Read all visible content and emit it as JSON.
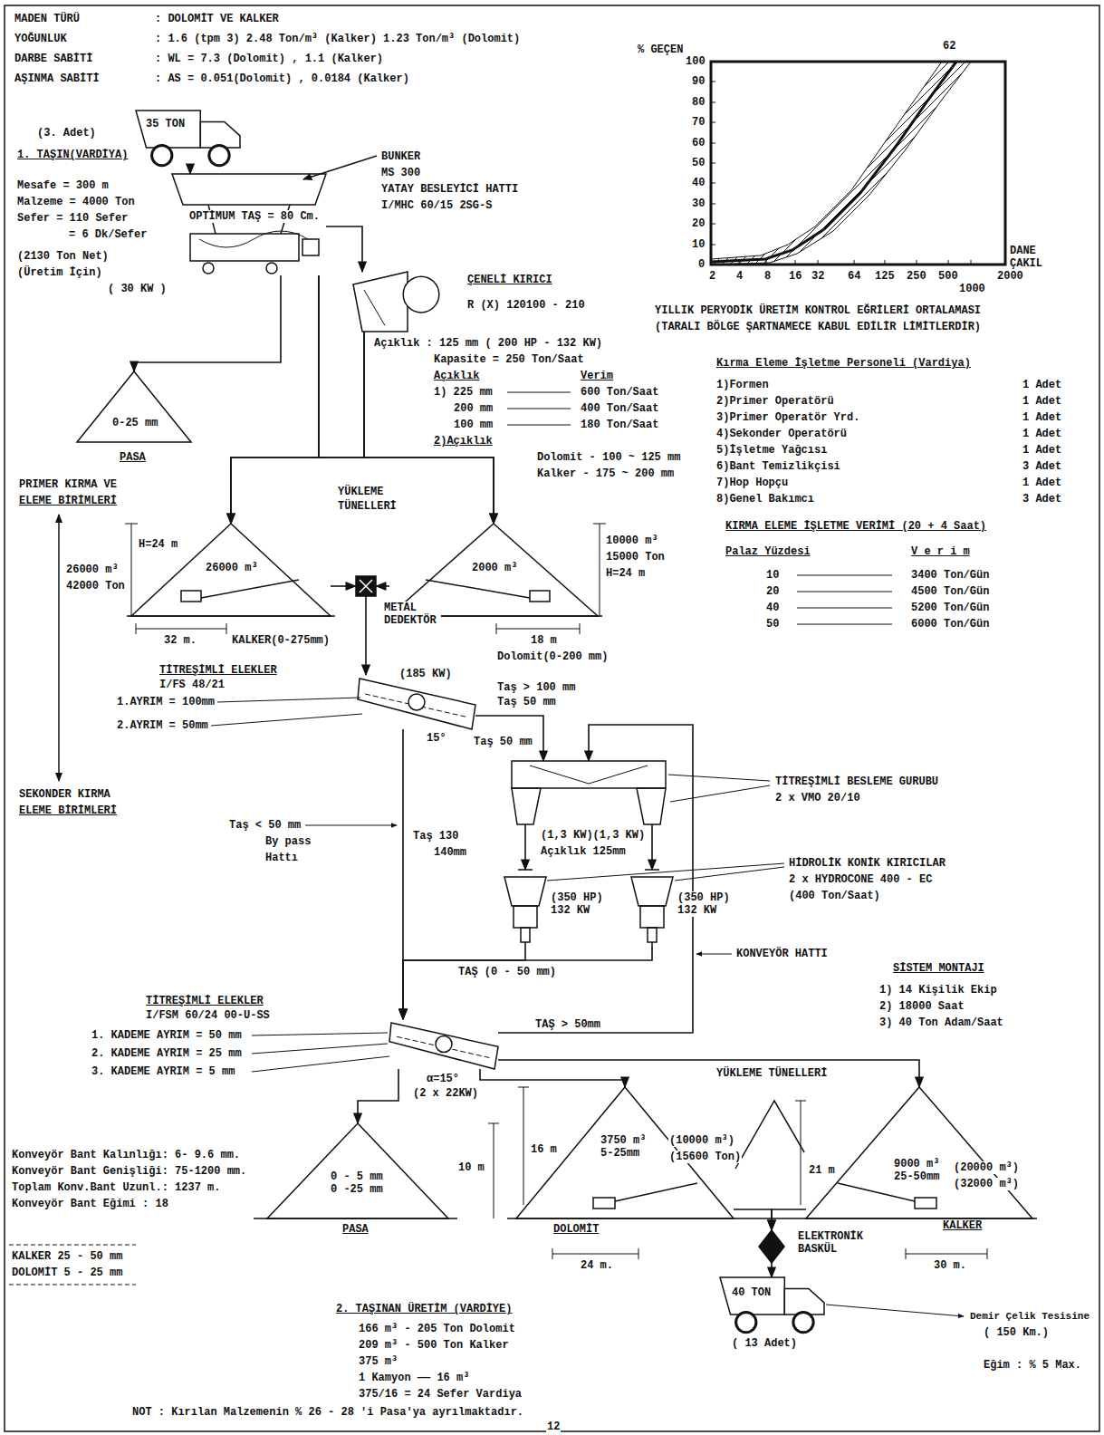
{
  "diagram": {
    "nodes": [
      {
        "text": [
          "35 TON"
        ]
      },
      {
        "text": [
          "OPTİMUM TAŞ = 80 Cm.",
          "( 30 KW )"
        ]
      },
      {
        "text": [
          "ÇENELİ KIRICI",
          "R (X) 120100 - 210"
        ]
      },
      {
        "text": [
          "0-25 mm",
          "PASA"
        ]
      },
      {
        "text": [
          "26000 m³"
        ]
      },
      {
        "text": [
          "2000 m³"
        ]
      },
      {
        "text": [
          "METAL DEDEKTÖR"
        ]
      },
      {
        "text": [
          "TİTREŞİMLİ ELEKLER",
          "I/FS 48/21",
          "(185 KW)"
        ]
      },
      {
        "text": [
          "TİTREŞİMLİ BESLEME GURUBU",
          "2 x VMO 20/10"
        ]
      },
      {
        "text": [
          "(350 HP) 132 KW"
        ]
      },
      {
        "text": [
          "(350 HP) 132 KW"
        ]
      },
      {
        "text": [
          "TİTREŞİMLİ ELEKLER",
          "I/FSM 60/24 00-U-SS",
          "(2 x 22KW)"
        ]
      },
      {
        "text": [
          "0 - 5 mm 0 -25 mm",
          "PASA"
        ]
      },
      {
        "text": [
          "3750 m³ 5-25mm",
          "DOLOMİT"
        ]
      },
      {
        "text": [
          "9000 m³ 25-50mm",
          "KALKER"
        ]
      },
      {
        "text": [
          "ELEKTRONİK BASKÜL"
        ]
      },
      {
        "text": [
          "40 TON",
          "( 13 Adet)"
        ]
      }
    ],
    "edges": [
      {
        "from": 0,
        "to": 1,
        "arrow": "to"
      },
      {
        "from": 1,
        "to": 3,
        "arrow": "to"
      },
      {
        "from": 1,
        "to": 2,
        "arrow": "to"
      },
      {
        "from": 1,
        "to": 4,
        "arrow": "to"
      },
      {
        "from": 1,
        "to": 5,
        "arrow": "to"
      },
      {
        "from": 2,
        "to": 4,
        "arrow": "to"
      },
      {
        "from": 2,
        "to": 5,
        "arrow": "to"
      },
      {
        "from": 4,
        "to": 6,
        "arrow": "to"
      },
      {
        "from": 5,
        "to": 6,
        "arrow": "to"
      },
      {
        "from": 6,
        "to": 7,
        "arrow": "to"
      },
      {
        "from": 7,
        "to": 8,
        "arrow": "to",
        "label": "Taş 50 mm"
      },
      {
        "from": 8,
        "to": 9,
        "arrow": "to"
      },
      {
        "from": 8,
        "to": 10,
        "arrow": "to"
      },
      {
        "from": 9,
        "to": 11,
        "arrow": "to",
        "label": "TAŞ (0 - 50 mm)"
      },
      {
        "from": 10,
        "to": 11,
        "arrow": "to"
      },
      {
        "from": 7,
        "to": 11,
        "arrow": "to"
      },
      {
        "from": 11,
        "to": 8,
        "arrow": "to",
        "label": "TAŞ > 50mm"
      },
      {
        "from": 11,
        "to": 12,
        "arrow": "to"
      },
      {
        "from": 11,
        "to": 13,
        "arrow": "to"
      },
      {
        "from": 11,
        "to": 14,
        "arrow": "to"
      },
      {
        "from": 13,
        "to": 15,
        "arrow": "to"
      },
      {
        "from": 14,
        "to": 15,
        "arrow": "to"
      },
      {
        "from": 15,
        "to": 16,
        "arrow": "to"
      }
    ],
    "labels": [
      "MADEN TÜRÜ",
      ": DOLOMİT VE KALKER",
      "YOĞUNLUK",
      ": 1.6 (tpm 3) 2.48 Ton/m³ (Kalker) 1.23 Ton/m³ (Dolomit)",
      "DARBE SABİTİ",
      ": WL = 7.3  (Dolomit) , 1.1 (Kalker)",
      "AŞINMA SABİTİ",
      ": AS = 0.051(Dolomit) , 0.0184 (Kalker)",
      "(3. Adet)",
      "1. TAŞIN(VARDİYA)",
      "Mesafe = 300 m",
      "Malzeme = 4000 Ton",
      "Sefer = 110 Sefer",
      "= 6 Dk/Sefer",
      "(2130 Ton Net)",
      "(Üretim İçin)",
      "BUNKER",
      "MS 300",
      "YATAY BESLEYİCİ HATTI",
      "I/MHC 60/15 2SG-S",
      "Açıklık : 125 mm ( 200 HP - 132 KW)",
      "Kapasite = 250 Ton/Saat",
      "Açıklık",
      "Verim",
      "1) 225 mm",
      "600 Ton/Saat",
      "200 mm",
      "400 Ton/Saat",
      "100 mm",
      "180 Ton/Saat",
      "2)Açıklık",
      "Dolomit - 100 ~ 125 mm",
      "Kalker  - 175 ~ 200 mm",
      "% GEÇEN",
      "100",
      "90",
      "80",
      "70",
      "60",
      "50",
      "40",
      "30",
      "20",
      "10",
      "0",
      "62",
      "2",
      "4",
      "8",
      "16",
      "32",
      "64",
      "125",
      "250",
      "500",
      "1000",
      "2000",
      "DANE",
      "ÇAKIL",
      "YILLIK PERYODİK ÜRETİM KONTROL EĞRİLERİ ORTALAMASI",
      "(TARALI  BÖLGE  ŞARTNAMECE KABUL EDİLİR LİMİTLERDİR)",
      "Kırma Eleme İşletme Personeli  (Vardiya)",
      "1)Formen",
      "1 Adet",
      "2)Primer Operatörü",
      "1 Adet",
      "3)Primer Operatör Yrd.",
      "1 Adet",
      "4)Sekonder Operatörü",
      "1 Adet",
      "5)İşletme Yağcısı",
      "1 Adet",
      "6)Bant Temizlikçisi",
      "3 Adet",
      "7)Hop Hopçu",
      "1 Adet",
      "8)Genel Bakımcı",
      "3 Adet",
      "KIRMA ELEME İŞLETME VERİMİ   (20 + 4 Saat)",
      "Palaz Yüzdesi",
      "V e r i m",
      "10",
      "3400 Ton/Gün",
      "20",
      "4500 Ton/Gün",
      "40",
      "5200 Ton/Gün",
      "50",
      "6000 Ton/Gün",
      "PRIMER KIRMA VE",
      "ELEME BİRİMLERİ",
      "YÜKLEME",
      "TÜNELLERİ",
      "H=24 m",
      "26000 m³",
      "42000 Ton",
      "10000 m³",
      "15000 Ton",
      "H=24 m",
      "32 m.",
      "KALKER(0-275mm)",
      "18 m",
      "Dolomit(0-200 mm)",
      "1.AYRIM = 100mm",
      "2.AYRIM = 50mm",
      "15°",
      "Taş > 100 mm",
      "Taş  50 mm",
      "Taş < 50 mm",
      "By pass",
      "Hattı",
      "Taş 130",
      "140mm",
      "(1,3 KW)(1,3 KW)",
      "Açıklık 125mm",
      "HİDROLİK KONİK KIRICILAR",
      "2 x HYDROCONE  400 - EC",
      "(400 Ton/Saat)",
      "KONVEYÖR HATTI",
      "SİSTEM  MONTAJI",
      "1) 14 Kişilik  Ekip",
      "2) 18000 Saat",
      "3) 40 Ton Adam/Saat",
      "1. KADEME AYRIM = 50  mm",
      "2. KADEME AYRIM = 25  mm",
      "3. KADEME AYRIM =  5  mm",
      "α=15°",
      "YÜKLEME TÜNELLERİ",
      "Konveyör Bant Kalınlığı: 6- 9.6  mm.",
      "Konveyör Bant Genişliği: 75-1200 mm.",
      "Toplam Konv.Bant Uzunl.: 1237 m.",
      "Konveyör Bant Eğimi    : 18",
      "10 m",
      "16 m",
      "(10000 m³)",
      "(15600 Ton)",
      "21 m",
      "(20000 m³)",
      "(32000 m³)",
      "24 m.",
      "30 m.",
      "KALKER  25 - 50 mm",
      "DOLOMİT  5 - 25 mm",
      "2. TAŞINAN  ÜRETİM (VARDİYE)",
      "166 m³ - 205 Ton Dolomit",
      "209 m³ - 500 Ton Kalker",
      "375 m³",
      "1 Kamyon —— 16 m³",
      "375/16 = 24 Sefer Vardiya",
      "NOT : Kırılan Malzemenin % 26 - 28 'i Pasa'ya ayrılmaktadır.",
      "12",
      "Demir Çelik Tesisine",
      "( 150 Km.)",
      "Eğim : % 5 Max.",
      "SEKONDER KIRMA",
      "ELEME BİRİMLERİ"
    ]
  }
}
